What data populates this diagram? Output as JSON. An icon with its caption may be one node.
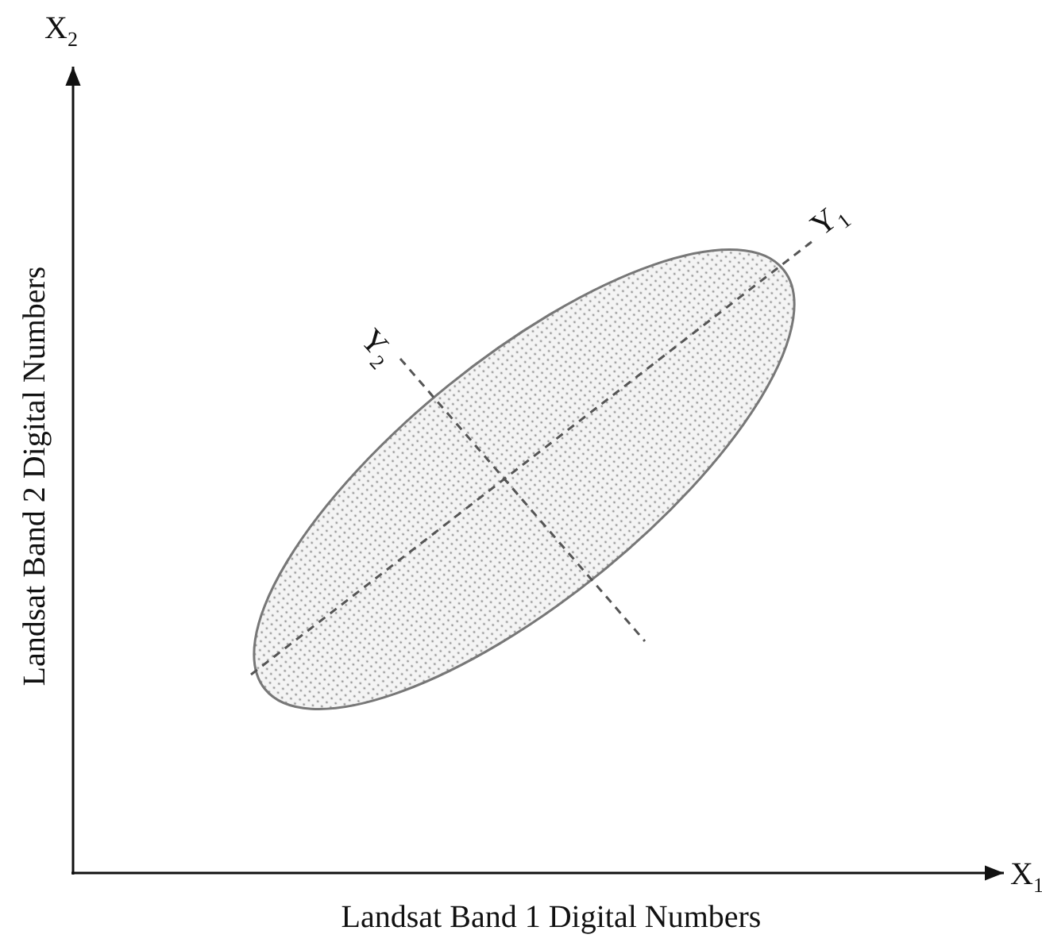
{
  "diagram": {
    "labels": [
      "X$_{2}$",
      "Y$_{1}$",
      "Y$_{2}$",
      "Landsat Band 2 Digital Numbers",
      "X$_{1}$",
      "Landsat Band 1 Digital Numbers"
    ]
  }
}
